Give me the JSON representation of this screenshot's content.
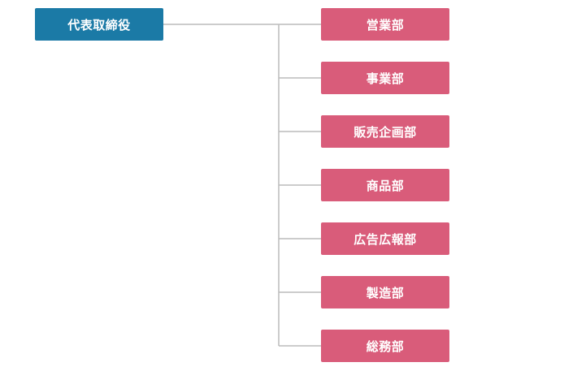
{
  "colors": {
    "root_fill": "#1b7aa6",
    "department_fill": "#d95c7a",
    "connector": "#bcbcbc"
  },
  "root": {
    "label": "代表取締役"
  },
  "departments": [
    {
      "label": "営業部"
    },
    {
      "label": "事業部"
    },
    {
      "label": "販売企画部"
    },
    {
      "label": "商品部"
    },
    {
      "label": "広告広報部"
    },
    {
      "label": "製造部"
    },
    {
      "label": "総務部"
    }
  ]
}
